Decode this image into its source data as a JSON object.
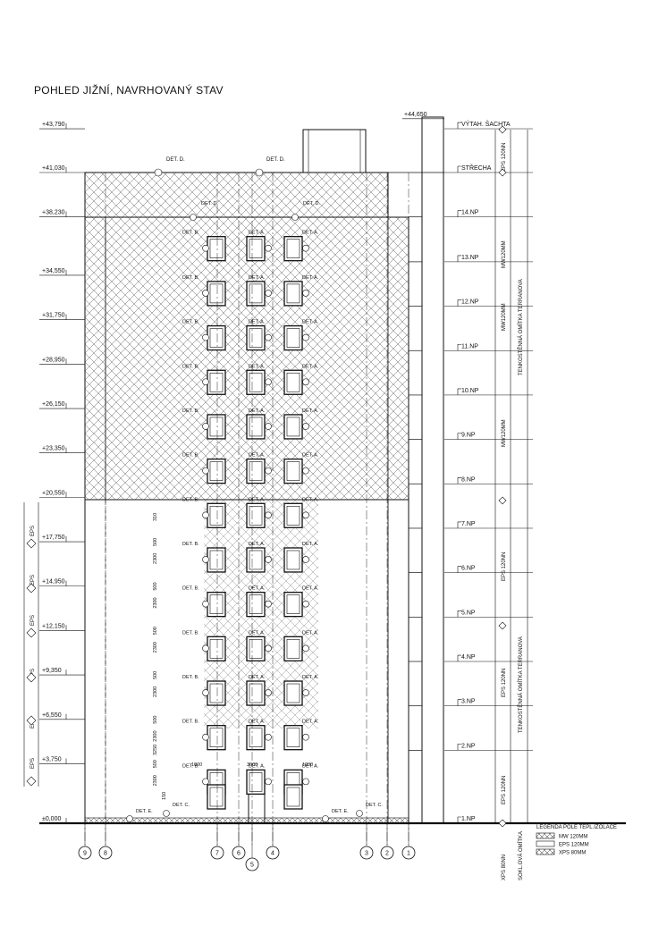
{
  "title": "POHLED JIŽNÍ, NAVRHOVANÝ STAV",
  "elevations": [
    {
      "label": "+43,790",
      "m": 43.79
    },
    {
      "label": "+41,030",
      "m": 41.03
    },
    {
      "label": "+38,230",
      "m": 38.23
    },
    {
      "label": "+34,550",
      "m": 34.55
    },
    {
      "label": "+31,750",
      "m": 31.75
    },
    {
      "label": "+28,950",
      "m": 28.95
    },
    {
      "label": "+26,150",
      "m": 26.15
    },
    {
      "label": "+23,350",
      "m": 23.35
    },
    {
      "label": "+20,550",
      "m": 20.55
    },
    {
      "label": "+17,750",
      "m": 17.75
    },
    {
      "label": "+14,950",
      "m": 14.95
    },
    {
      "label": "+12,150",
      "m": 12.15
    },
    {
      "label": "+9,350",
      "m": 9.35
    },
    {
      "label": "+6,550",
      "m": 6.55
    },
    {
      "label": "+3,750",
      "m": 3.75
    },
    {
      "label": "±0,000",
      "m": 0
    }
  ],
  "top_elevation": {
    "label": "+44,650",
    "m": 44.65
  },
  "floors": [
    {
      "label": "VÝTAH. ŠACHTA",
      "m": 43.79
    },
    {
      "label": "STŘECHA",
      "m": 41.03
    },
    {
      "label": "14.NP",
      "m": 38.23
    },
    {
      "label": "13.NP",
      "m": 35.4
    },
    {
      "label": "12.NP",
      "m": 32.6
    },
    {
      "label": "11.NP",
      "m": 29.8
    },
    {
      "label": "10.NP",
      "m": 27.0
    },
    {
      "label": "9.NP",
      "m": 24.2
    },
    {
      "label": "8.NP",
      "m": 21.4
    },
    {
      "label": "7.NP",
      "m": 18.6
    },
    {
      "label": "6.NP",
      "m": 15.8
    },
    {
      "label": "5.NP",
      "m": 13.0
    },
    {
      "label": "4.NP",
      "m": 10.2
    },
    {
      "label": "3.NP",
      "m": 7.4
    },
    {
      "label": "2.NP",
      "m": 4.6
    },
    {
      "label": "1.NP",
      "m": 0
    }
  ],
  "axes": [
    "9",
    "8",
    "7",
    "6",
    "5",
    "4",
    "3",
    "2",
    "1"
  ],
  "details": {
    "a": "DET. A.",
    "b": "DET. B.",
    "c": "DET. C.",
    "d": "DET. D.",
    "e": "DET. E."
  },
  "band_labels": {
    "eps": "EPS",
    "eps120": "EPS 120NN",
    "mw120": "MW120MM",
    "xps": "XPS 80NN",
    "soklova": "SOKL.OVÁ OMÍTKA",
    "tenko": "TENKOSTĚNNÁ OMÍTKA TERRANOVA"
  },
  "dims": {
    "d2300": "2300",
    "d500": "500",
    "d310": "310",
    "d3250": "3250",
    "d150": "150",
    "d1000": "1000",
    "d3000": "3000"
  },
  "legend": {
    "title": "LEGENDA POLE TEPL.IZOLACE",
    "items": [
      {
        "label": "MW 120MM",
        "pattern": "cross"
      },
      {
        "label": "EPS 120MM",
        "pattern": "none"
      },
      {
        "label": "XPS 80MM",
        "pattern": "cross"
      }
    ]
  },
  "colors": {
    "line": "#111111",
    "hatch": "#444444"
  }
}
